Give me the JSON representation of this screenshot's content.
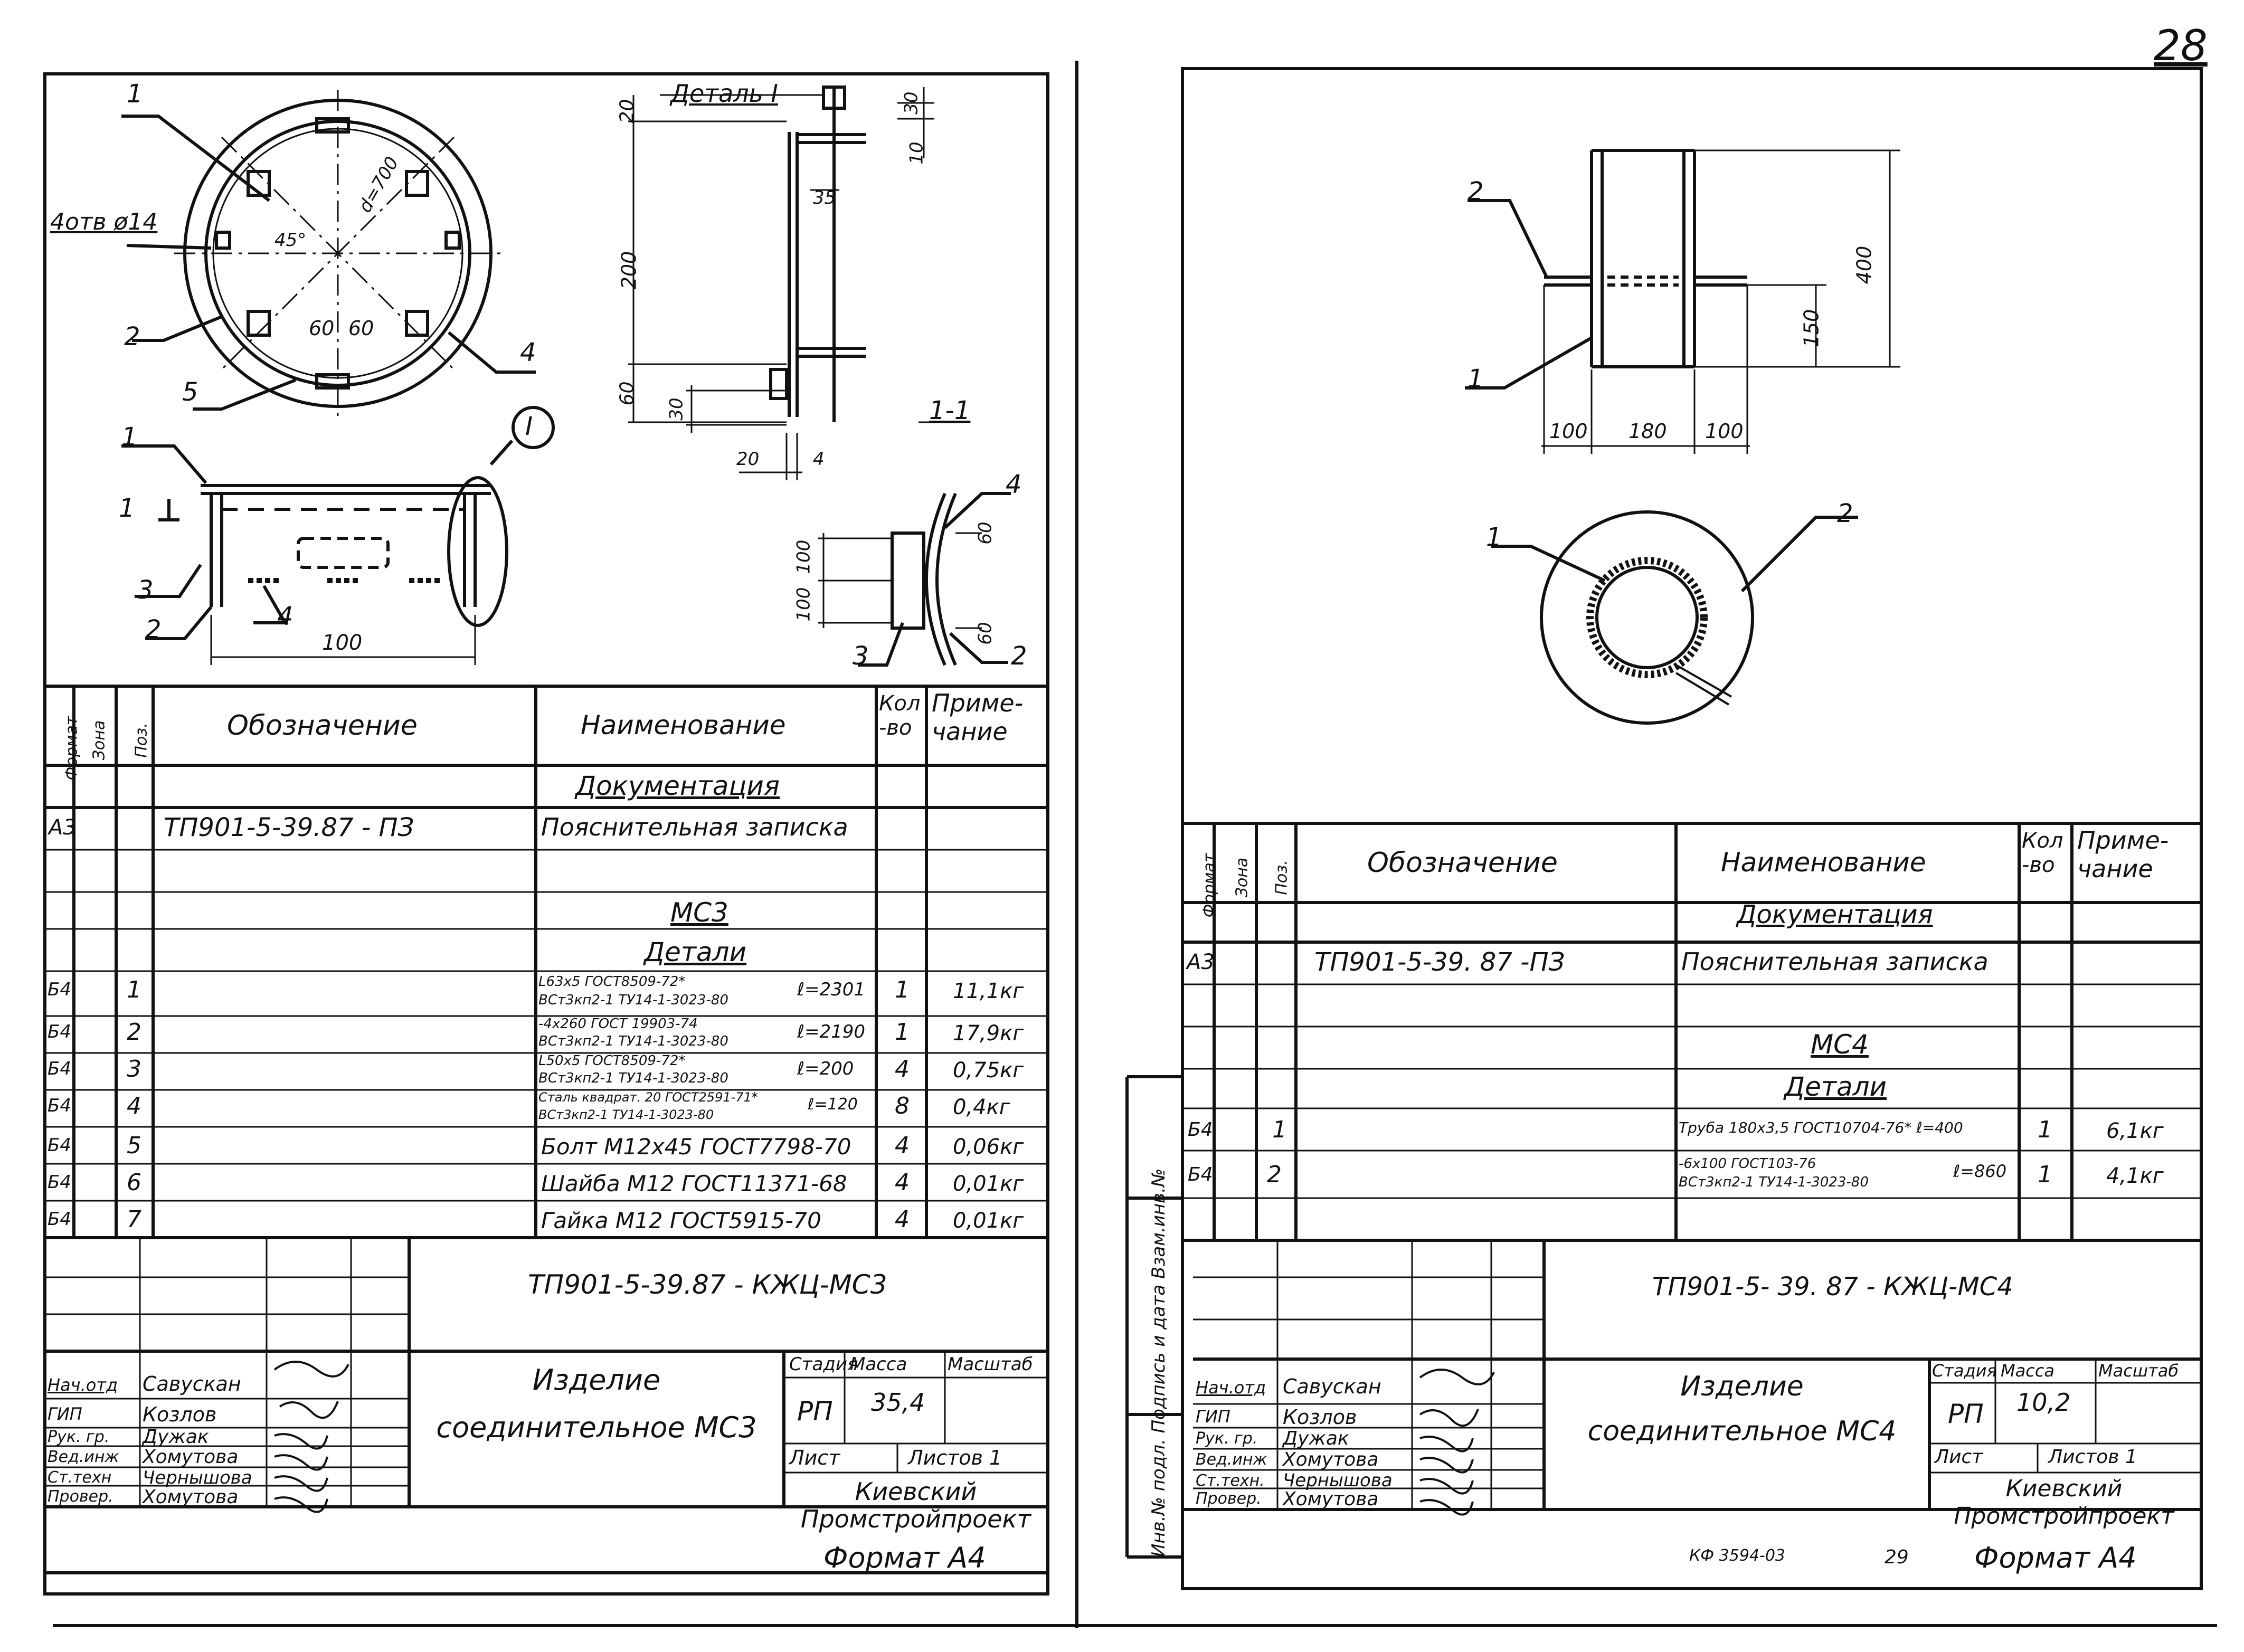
{
  "page_number": "28",
  "bottom_stamp": "КФ 3594-03",
  "bottom_page": "29",
  "columns": {
    "format": "Формат",
    "zone": "Зона",
    "pos": "Поз.",
    "designation": "Обозначение",
    "name": "Наименование",
    "qty": "Кол-во",
    "note": "Приме-чание"
  },
  "left": {
    "drawing_labels": {
      "holes": "4отв ø14",
      "angle": "45°",
      "diameter": "d=700",
      "dim60a": "60",
      "dim60b": "60",
      "detail_title": "Деталь I",
      "d20": "20",
      "d200": "200",
      "d60": "60",
      "d30a": "30",
      "d30b": "30",
      "d10": "10",
      "d35": "35",
      "d20b": "20",
      "d4": "4",
      "section": "1-1",
      "d100a": "100",
      "d100b": "100",
      "d100c": "100",
      "d60c": "60",
      "d60d": "60",
      "detail_mark": "I",
      "p1": "1",
      "p2": "2",
      "p4": "4",
      "p5": "5",
      "p1b": "1",
      "p3": "3",
      "p2b": "2",
      "p4b": "4",
      "p4c": "4",
      "p3c": "3",
      "p2c": "2"
    },
    "section_doc": "Документация",
    "doc_row": {
      "format": "А3",
      "designation": "ТП901-5-39.87 - ПЗ",
      "name": "Пояснительная записка"
    },
    "assembly": "МС3",
    "details_title": "Детали",
    "rows": [
      {
        "format": "Б4",
        "pos": "1",
        "name_line1": "L63x5 ГОСТ8509-72*",
        "name_line2": "ВСт3кп2-1 ТУ14-1-3023-80",
        "len": "ℓ=2301",
        "qty": "1",
        "note": "11,1кг"
      },
      {
        "format": "Б4",
        "pos": "2",
        "name_line1": "-4x260 ГОСТ 19903-74",
        "name_line2": "ВСт3кп2-1 ТУ14-1-3023-80",
        "len": "ℓ=2190",
        "qty": "1",
        "note": "17,9кг"
      },
      {
        "format": "Б4",
        "pos": "3",
        "name_line1": "L50x5 ГОСТ8509-72*",
        "name_line2": "ВСт3кп2-1 ТУ14-1-3023-80",
        "len": "ℓ=200",
        "qty": "4",
        "note": "0,75кг"
      },
      {
        "format": "Б4",
        "pos": "4",
        "name_line1": "Сталь квадрат. 20 ГОСТ2591-71*",
        "name_line2": "ВСт3кп2-1 ТУ14-1-3023-80",
        "len": "ℓ=120",
        "qty": "8",
        "note": "0,4кг"
      },
      {
        "format": "Б4",
        "pos": "5",
        "name": "Болт М12x45 ГОСТ7798-70",
        "qty": "4",
        "note": "0,06кг"
      },
      {
        "format": "Б4",
        "pos": "6",
        "name": "Шайба М12 ГОСТ11371-68",
        "qty": "4",
        "note": "0,01кг"
      },
      {
        "format": "Б4",
        "pos": "7",
        "name": "Гайка М12 ГОСТ5915-70",
        "qty": "4",
        "note": "0,01кг"
      }
    ],
    "title_code": "ТП901-5-39.87 - КЖЦ-МС3",
    "product": "Изделие соединительное МС3",
    "stage_label": "Стадия",
    "mass_label": "Масса",
    "scale_label": "Масштаб",
    "stage": "РП",
    "mass": "35,4",
    "sheet_label": "Лист",
    "sheets_label": "Листов 1",
    "org": "Киевский Промстройпроект",
    "format_label": "Формат А4",
    "signers": [
      {
        "role": "Нач.отд",
        "name": "Савускан"
      },
      {
        "role": "ГИП",
        "name": "Козлов"
      },
      {
        "role": "Рук. гр.",
        "name": "Дужак"
      },
      {
        "role": "Вед.инж",
        "name": "Хомутова"
      },
      {
        "role": "Ст.техн",
        "name": "Чернышова"
      },
      {
        "role": "Провер.",
        "name": "Хомутова"
      }
    ]
  },
  "right": {
    "drawing_labels": {
      "p2": "2",
      "p1": "1",
      "d400": "400",
      "d150": "150",
      "d100a": "100",
      "d180": "180",
      "d100b": "100",
      "p1b": "1",
      "p2b": "2"
    },
    "section_doc": "Документация",
    "doc_row": {
      "format": "А3",
      "designation": "ТП901-5-39. 87 -ПЗ",
      "name": "Пояснительная записка"
    },
    "assembly": "МС4",
    "details_title": "Детали",
    "rows": [
      {
        "format": "Б4",
        "pos": "1",
        "name": "Труба 180x3,5 ГОСТ10704-76* ℓ=400",
        "qty": "1",
        "note": "6,1кг"
      },
      {
        "format": "Б4",
        "pos": "2",
        "name_line1": "-6x100 ГОСТ103-76",
        "name_line2": "ВСт3кп2-1 ТУ14-1-3023-80",
        "len": "ℓ=860",
        "qty": "1",
        "note": "4,1кг"
      }
    ],
    "title_code": "ТП901-5- 39. 87 - КЖЦ-МС4",
    "product": "Изделие соединительное МС4",
    "stage_label": "Стадия",
    "mass_label": "Масса",
    "scale_label": "Масштаб",
    "stage": "РП",
    "mass": "10,2",
    "sheet_label": "Лист",
    "sheets_label": "Листов 1",
    "org": "Киевский Промстройпроект",
    "format_label": "Формат А4",
    "side_stamp": "Инв.№ подл. Подпись и дата Взам.инв.№",
    "signers": [
      {
        "role": "Нач.отд",
        "name": "Савускан"
      },
      {
        "role": "ГИП",
        "name": "Козлов"
      },
      {
        "role": "Рук. гр.",
        "name": "Дужак"
      },
      {
        "role": "Вед.инж",
        "name": "Хомутова"
      },
      {
        "role": "Ст.техн.",
        "name": "Чернышова"
      },
      {
        "role": "Провер.",
        "name": "Хомутова"
      }
    ]
  }
}
